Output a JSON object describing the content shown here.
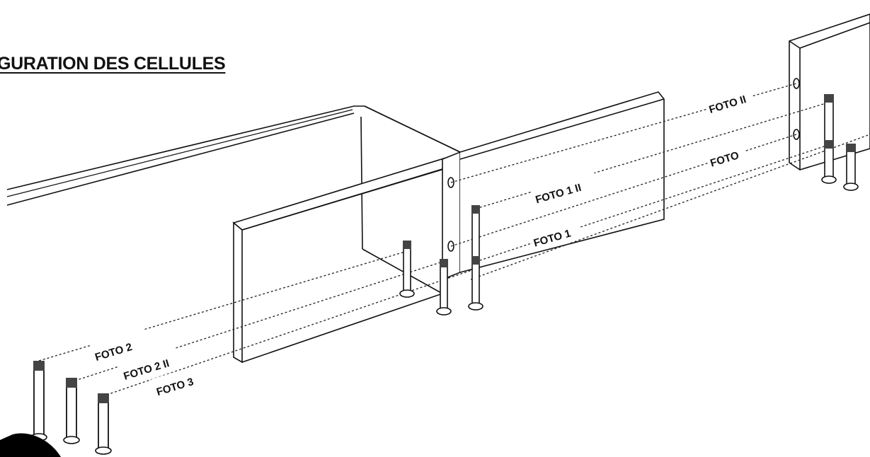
{
  "title": "GURATION DES CELLULES",
  "labels": {
    "foto_ii_right": "FOTO II",
    "foto_right": "FOTO",
    "foto_1_ii": "FOTO 1 II",
    "foto_1": "FOTO 1",
    "foto_2": "FOTO 2",
    "foto_2_ii": "FOTO 2 II",
    "foto_3": "FOTO 3"
  }
}
